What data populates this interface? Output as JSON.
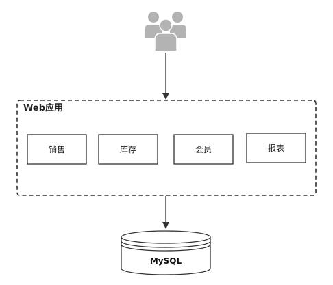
{
  "icons": {
    "users": "users-group-icon",
    "database": "database-cylinder-icon"
  },
  "colors": {
    "stroke": "#333333",
    "user_fill": "#b3b3b3",
    "background": "#ffffff"
  },
  "web_app": {
    "label": "Web应用",
    "modules": [
      {
        "label": "销售"
      },
      {
        "label": "库存"
      },
      {
        "label": "会员"
      },
      {
        "label": "报表"
      }
    ]
  },
  "database": {
    "label": "MySQL"
  }
}
